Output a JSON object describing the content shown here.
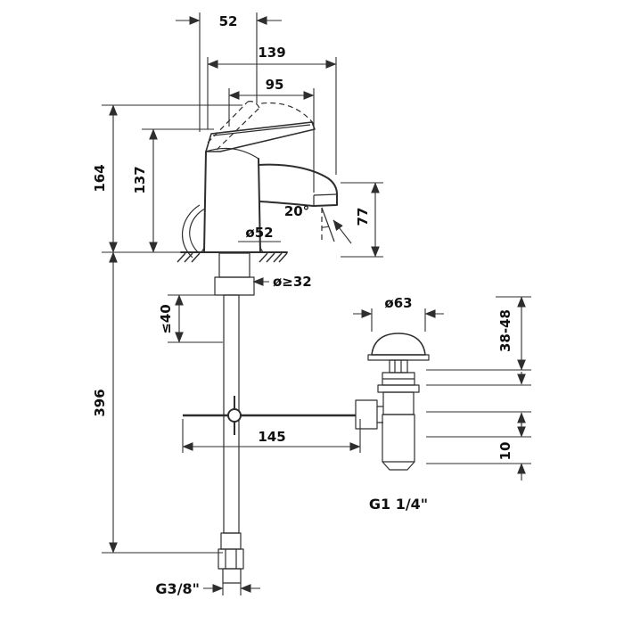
{
  "colors": {
    "line": "#2e2e2e",
    "text": "#111111",
    "background": "#ffffff"
  },
  "dimensions": {
    "handle_projection": "52",
    "total_depth": "139",
    "spout_reach": "95",
    "total_height": "164",
    "body_height": "137",
    "stream_angle": "20°",
    "spout_height": "77",
    "base_diameter": "ø52",
    "hole_diameter": "ø≥32",
    "deck_thickness": "≤40",
    "hose_length": "396",
    "rod_length": "145",
    "drain_flange_diameter": "ø63",
    "drain_height_range": "38-48",
    "drain_offset": "10",
    "drain_thread": "G1 1/4\"",
    "hose_thread": "G3/8\""
  }
}
